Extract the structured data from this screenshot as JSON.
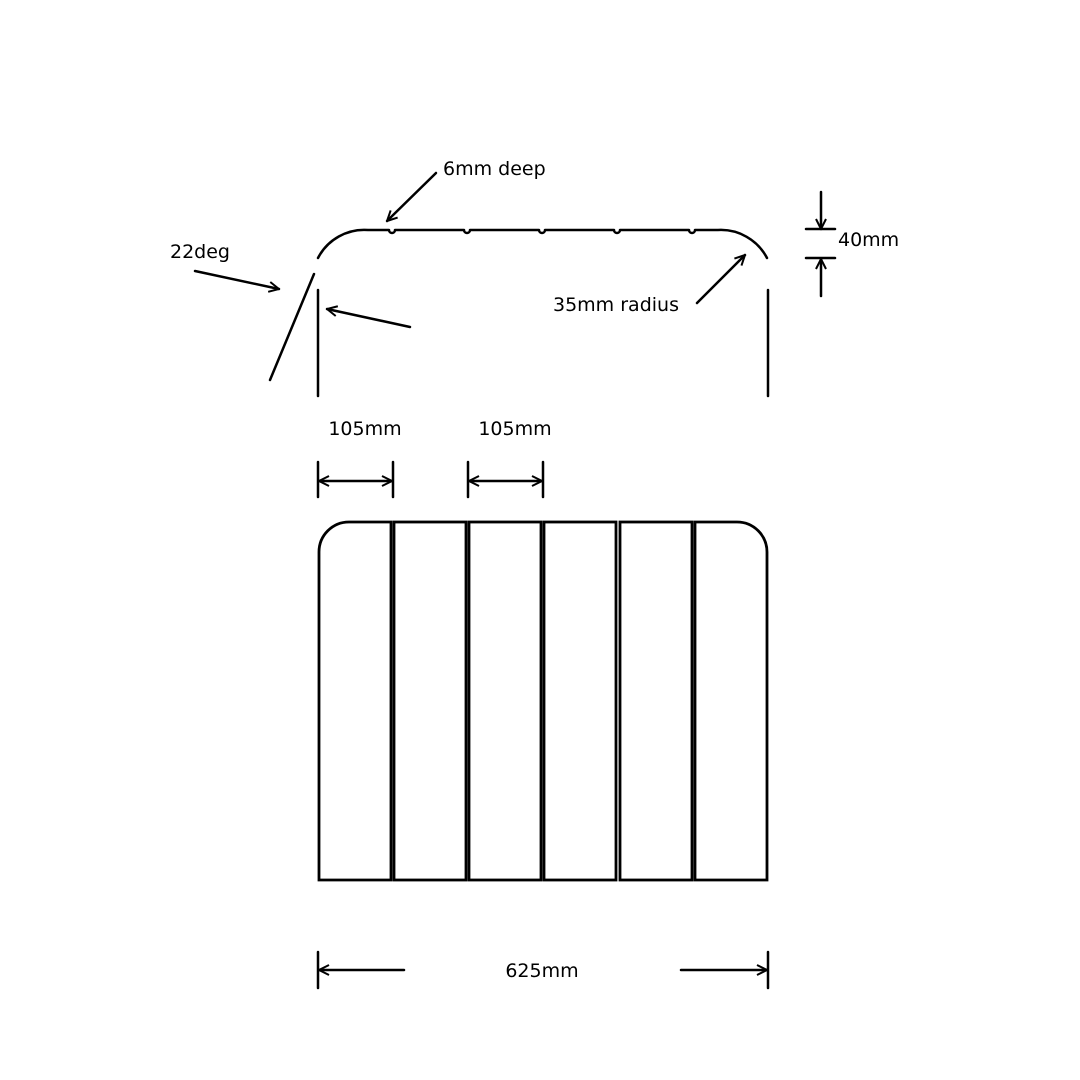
{
  "labels": {
    "groove_depth": "6mm deep",
    "angle": "22deg",
    "height": "40mm",
    "radius": "35mm radius",
    "slat_width_1": "105mm",
    "slat_width_2": "105mm",
    "total_width": "625mm"
  },
  "panel_count": 6,
  "colors": {
    "line": "#000000",
    "background": "#ffffff"
  }
}
